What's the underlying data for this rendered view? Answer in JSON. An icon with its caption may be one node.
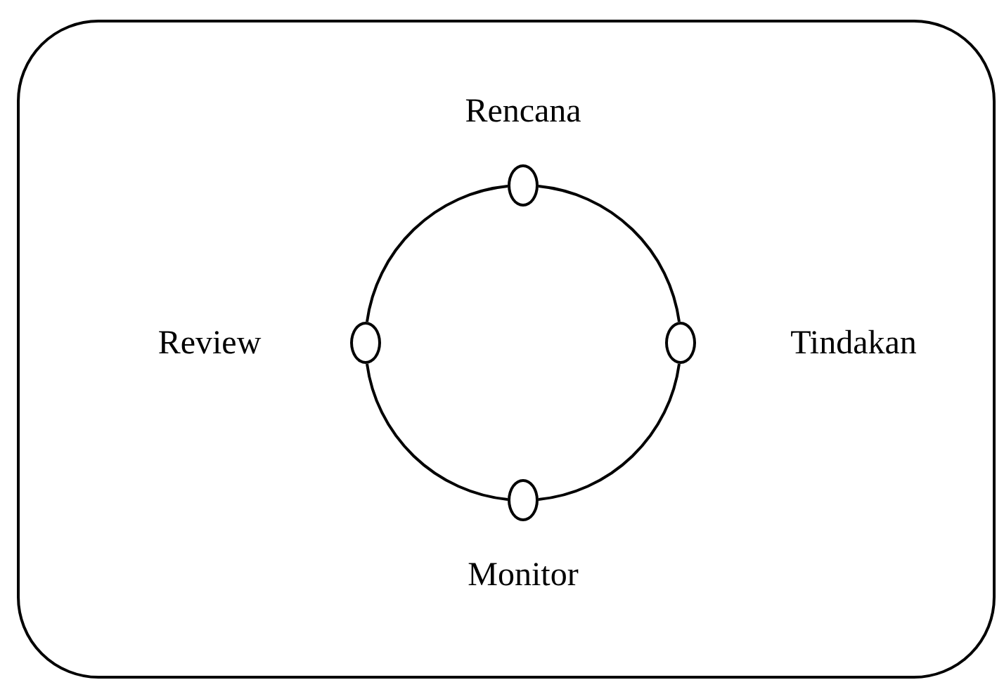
{
  "diagram": {
    "nodes": [
      {
        "text": [],
        "shape": "box"
      },
      {
        "text": [],
        "shape": "circle",
        "beside": [
          "Rencana"
        ],
        "in": 0
      },
      {
        "text": [],
        "shape": "circle",
        "beside": [
          "Tindakan"
        ],
        "in": 0
      },
      {
        "text": [],
        "shape": "circle",
        "beside": [
          "Monitor"
        ],
        "in": 0
      },
      {
        "text": [],
        "shape": "circle",
        "beside": [
          "Review"
        ],
        "in": 0
      }
    ],
    "edges": [
      {
        "from": 1,
        "to": 2,
        "arrow": "none"
      },
      {
        "from": 2,
        "to": 3,
        "arrow": "none"
      },
      {
        "from": 3,
        "to": 4,
        "arrow": "none"
      },
      {
        "from": 4,
        "to": 1,
        "arrow": "none"
      }
    ]
  }
}
